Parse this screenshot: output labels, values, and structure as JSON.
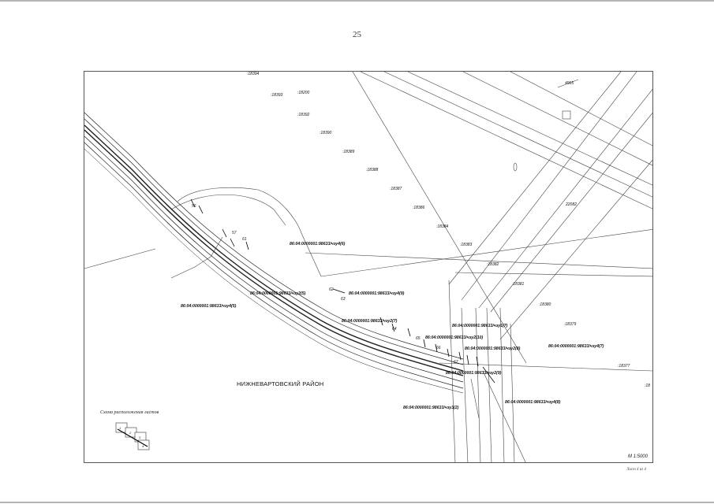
{
  "page_number": "25",
  "district_label": "НИЖНЕВАРТОВСКИЙ РАЙОН",
  "scale_label": "М 1:5000",
  "legend_title": "Схема расположения листов",
  "sheet_label": "Лист 4 из 4",
  "parcels": [
    ":18394",
    ":18393",
    ":18200",
    ":18392",
    ":18390",
    ":18389",
    ":18388",
    ":18387",
    ":18386",
    ":18384",
    ":18383",
    ":18382",
    ":18381",
    ":18380",
    ":18379",
    ":18377",
    ":18",
    "4965",
    "22082"
  ],
  "zones": [
    "86:04:0000001:98633/чзу4(6)",
    "86:04:0000001:98633/чзу2(5)",
    "86:04:0000001:98633/чзу4(5)",
    "86:04:0000001:98633/чзу4(9)",
    "86:04:0000001:98633/чзу2(7)",
    "86:04:0000001:98633/чзу1(7)",
    "86:04:0000001:98633/чзу2(10)",
    "86:04:0000001:98633/чзу2(8)",
    "86:04:0000001:98633/чзу4(7)",
    "86:04:0000001:98633/чзу2(9)",
    "86:04:0000001:98633/чзу4(8)",
    "86:04:0000001:98633/чзу3(2)"
  ],
  "point_labels": [
    "56",
    "57",
    "61",
    "62",
    "63",
    "64",
    "65",
    "66",
    "67"
  ],
  "legend_sheets": [
    "1",
    "2",
    "3",
    "4"
  ]
}
